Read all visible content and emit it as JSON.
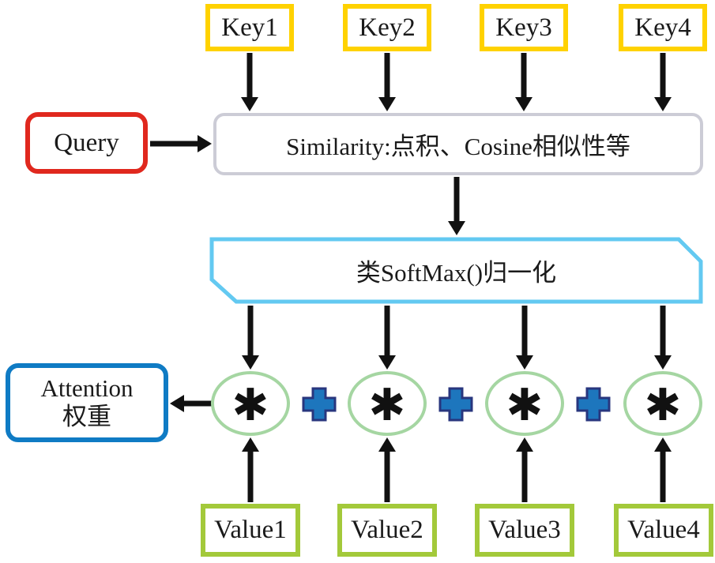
{
  "keys": [
    {
      "label": "Key1"
    },
    {
      "label": "Key2"
    },
    {
      "label": "Key3"
    },
    {
      "label": "Key4"
    }
  ],
  "query": {
    "label": "Query"
  },
  "similarity": {
    "label": "Similarity:点积、Cosine相似性等"
  },
  "softmax": {
    "label": "类SoftMax()归一化"
  },
  "attention": {
    "line1": "Attention",
    "line2": "权重"
  },
  "operators": {
    "multiply": "✱"
  },
  "values": [
    {
      "label": "Value1"
    },
    {
      "label": "Value2"
    },
    {
      "label": "Value3"
    },
    {
      "label": "Value4"
    }
  ],
  "colors": {
    "key_border": "#ffd200",
    "value_border": "#a3c93a",
    "query_border": "#e0281e",
    "similarity_border": "#ccccd6",
    "softmax_border": "#63c9f1",
    "attention_border": "#0f7bc4",
    "circle_border": "#a5d6a2",
    "plus_fill": "#1d76bd",
    "plus_outline": "#28367e",
    "arrow": "#111111",
    "background": "#ffffff"
  }
}
